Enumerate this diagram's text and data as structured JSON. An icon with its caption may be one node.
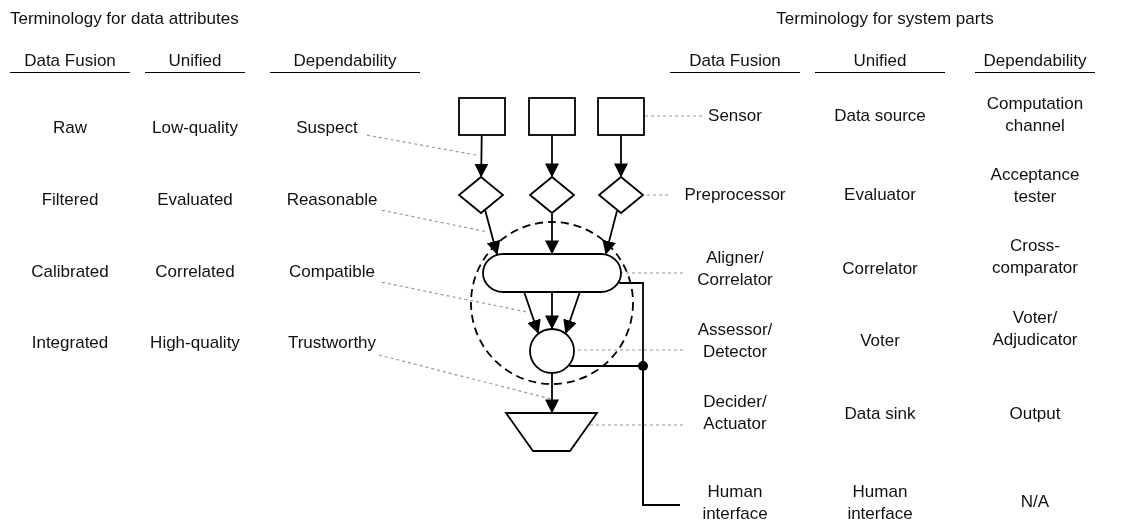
{
  "diagram": {
    "nodes": [
      {
        "text": [],
        "shape": "box"
      },
      {
        "text": [],
        "shape": "box"
      },
      {
        "text": [],
        "shape": "box"
      },
      {
        "text": [],
        "shape": "diamond"
      },
      {
        "text": [],
        "shape": "diamond"
      },
      {
        "text": [],
        "shape": "diamond"
      },
      {
        "text": [],
        "shape": "circle"
      },
      {
        "text": [],
        "shape": "box",
        "in": 6
      },
      {
        "text": [],
        "shape": "circle",
        "in": 6
      },
      {
        "text": [],
        "shape": "trapezoid"
      },
      {
        "text": [
          "Suspect"
        ]
      },
      {
        "text": [
          "Reasonable"
        ]
      },
      {
        "text": [
          "Compatible"
        ]
      },
      {
        "text": [
          "Trustworthy"
        ]
      },
      {
        "text": [
          "Sensor"
        ]
      },
      {
        "text": [
          "Preprocessor"
        ]
      },
      {
        "text": [
          "Aligner/ Correlator"
        ]
      },
      {
        "text": [
          "Assessor/ Detector"
        ]
      },
      {
        "text": [
          "Decider/ Actuator"
        ]
      },
      {
        "text": [
          "Human interface"
        ]
      }
    ],
    "edges": [
      {
        "from": 0,
        "to": 3,
        "arrow": "to"
      },
      {
        "from": 1,
        "to": 4,
        "arrow": "to"
      },
      {
        "from": 2,
        "to": 5,
        "arrow": "to"
      },
      {
        "from": 3,
        "to": 7,
        "arrow": "to"
      },
      {
        "from": 4,
        "to": 7,
        "arrow": "to"
      },
      {
        "from": 5,
        "to": 7,
        "arrow": "to"
      },
      {
        "from": 7,
        "to": 8,
        "arrow": "to"
      },
      {
        "from": 7,
        "to": 8,
        "arrow": "to"
      },
      {
        "from": 7,
        "to": 8,
        "arrow": "to"
      },
      {
        "from": 8,
        "to": 9,
        "arrow": "to"
      },
      {
        "from": 10,
        "to": null,
        "arrow": "none",
        "style": "dashed",
        "color": "#999999"
      },
      {
        "from": 11,
        "to": null,
        "arrow": "none",
        "style": "dashed",
        "color": "#999999"
      },
      {
        "from": 12,
        "to": null,
        "arrow": "none",
        "style": "dashed",
        "color": "#999999"
      },
      {
        "from": 13,
        "to": null,
        "arrow": "none",
        "style": "dashed",
        "color": "#999999"
      },
      {
        "from": 14,
        "to": 2,
        "arrow": "none",
        "style": "dashed",
        "color": "#999999"
      },
      {
        "from": 15,
        "to": 5,
        "arrow": "none",
        "style": "dashed",
        "color": "#999999"
      },
      {
        "from": 16,
        "to": 7,
        "arrow": "none",
        "style": "dashed",
        "color": "#999999"
      },
      {
        "from": 17,
        "to": 8,
        "arrow": "none",
        "style": "dashed",
        "color": "#999999"
      },
      {
        "from": 18,
        "to": 9,
        "arrow": "none",
        "style": "dashed",
        "color": "#999999"
      },
      {
        "from": 7,
        "to": 19,
        "arrow": "none"
      },
      {
        "from": 8,
        "to": 19,
        "arrow": "none"
      }
    ],
    "labels": [
      "Terminology for data attributes",
      "Terminology for system parts",
      "Data Fusion",
      "Unified",
      "Dependability",
      "Data Fusion",
      "Unified",
      "Dependability",
      "Raw",
      "Low-quality",
      "Filtered",
      "Evaluated",
      "Calibrated",
      "Correlated",
      "Integrated",
      "High-quality",
      "Data source",
      "Computation channel",
      "Evaluator",
      "Acceptance tester",
      "Correlator",
      "Cross-comparator",
      "Voter",
      "Voter/ Adjudicator",
      "Data sink",
      "Output",
      "Human interface",
      "N/A"
    ]
  }
}
